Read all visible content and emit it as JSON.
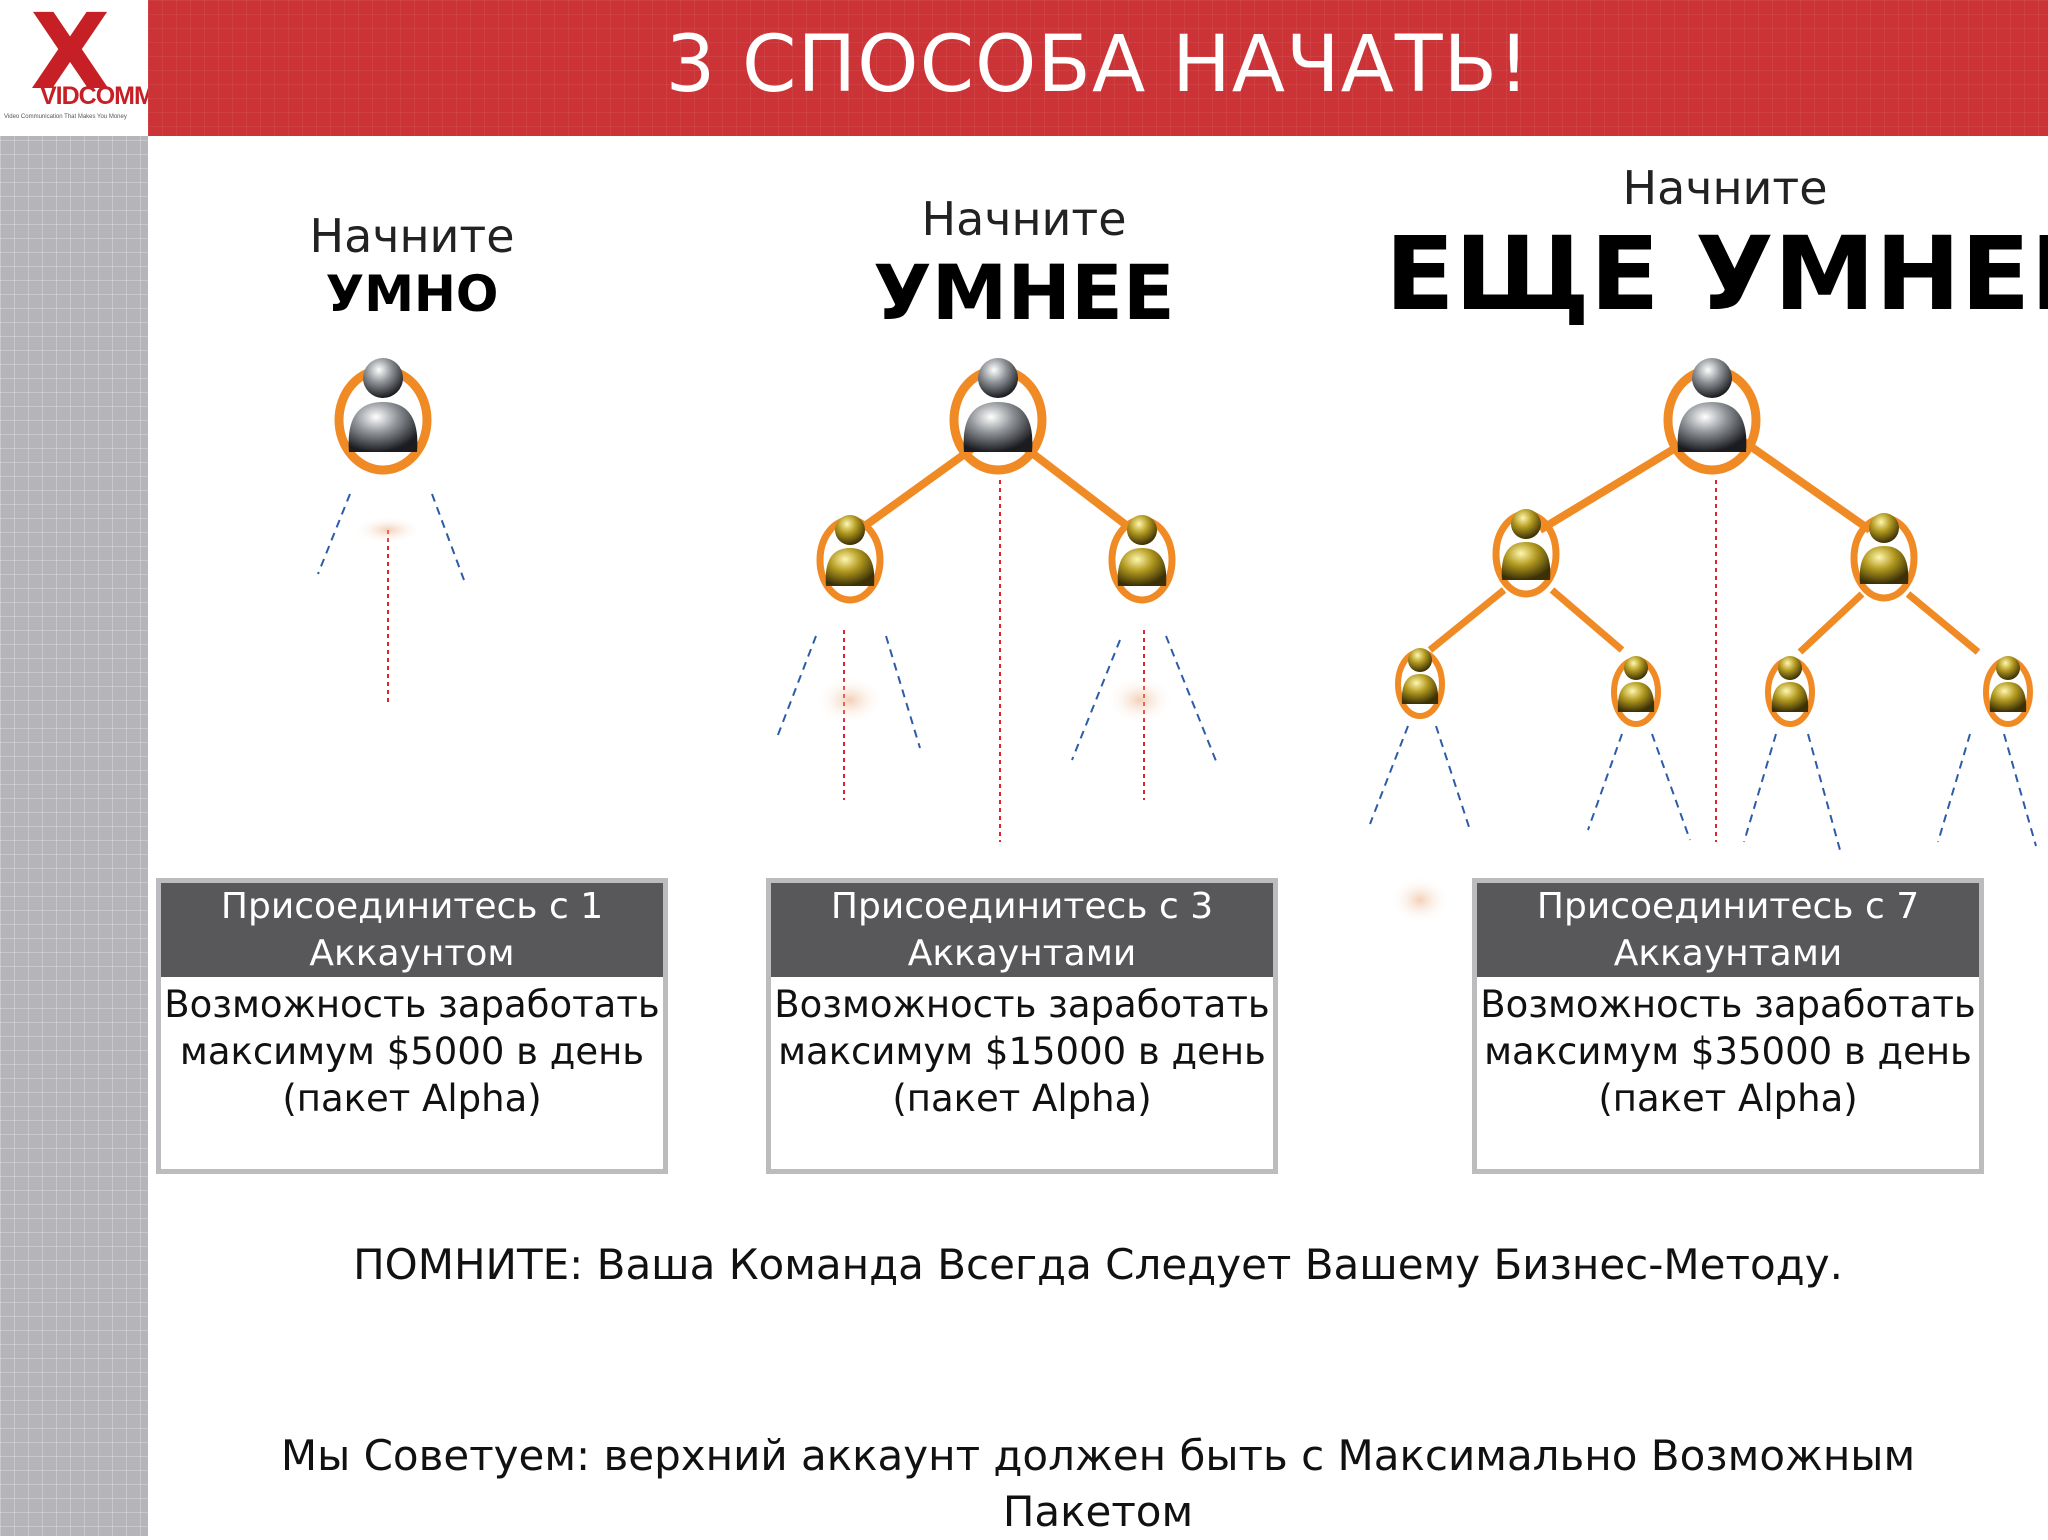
{
  "logo": {
    "mark": "X",
    "name": "VIDCOMM",
    "tagline": "Video Communication That Makes You Money"
  },
  "title": "3 СПОСОБА НАЧАТЬ!",
  "columns": [
    {
      "start": "Начните",
      "level": "УМНО",
      "join": "Присоединитесь с 1 Аккаунтом",
      "earn": "Возможность заработать максимум $5000 в день (пакет Alpha)"
    },
    {
      "start": "Начните",
      "level": "УМНЕЕ",
      "join": "Присоединитесь с 3 Аккаунтами",
      "earn": "Возможность заработать максимум $15000 в день (пакет Alpha)"
    },
    {
      "start": "Начните",
      "level": "ЕЩЕ УМНЕЕ",
      "join": "Присоединитесь с 7 Аккаунтами",
      "earn": "Возможность заработать максимум $35000 в день (пакет Alpha)"
    }
  ],
  "reminder": "ПОМНИТЕ: Ваша Команда Всегда Следует Вашему Бизнес-Методу.",
  "advice": "Мы Советуем: верхний аккаунт должен быть с Максимально Возможным Пакетом",
  "colors": {
    "banner": "#cc3336",
    "connector": "#f08a24",
    "box_header": "#58585b",
    "sidebar": "#b5b5b9"
  },
  "icons": {
    "top_account": "silver-person-icon",
    "sub_account": "gold-person-icon"
  }
}
